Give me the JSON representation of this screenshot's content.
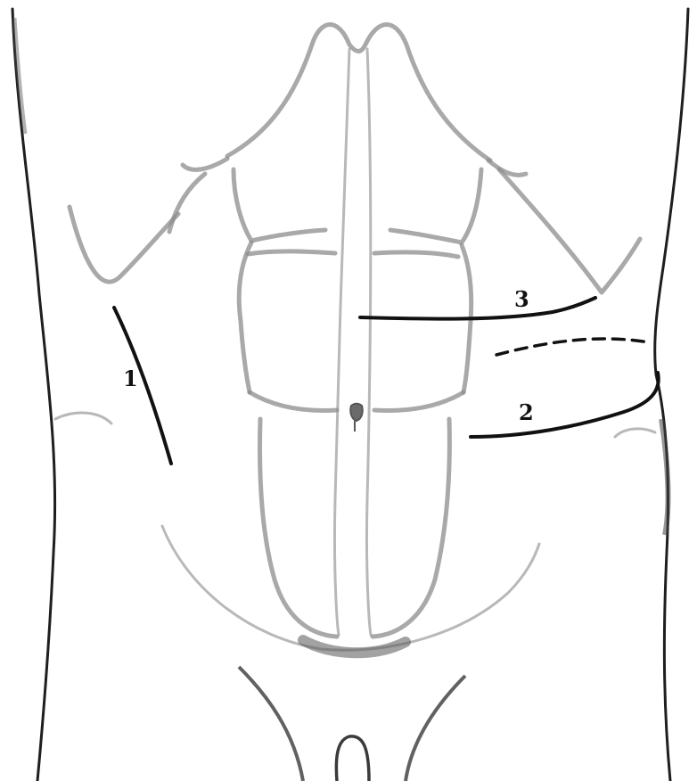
{
  "figure": {
    "incisions": [
      {
        "id": "1",
        "label": "1"
      },
      {
        "id": "2",
        "label": "2"
      },
      {
        "id": "3",
        "label": "3"
      }
    ]
  }
}
